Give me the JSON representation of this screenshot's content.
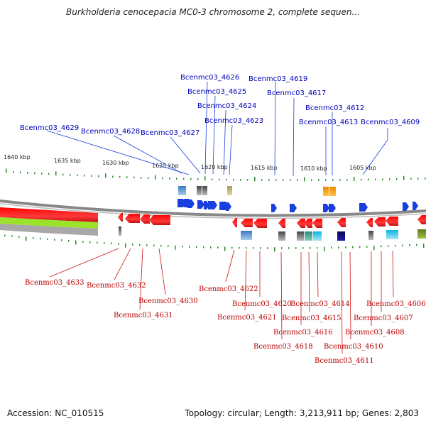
{
  "title": "Burkholderia cenocepacia MC0-3 chromosome 2, complete sequen...",
  "footer": {
    "accession": "Accession: NC_010515",
    "topology": "Topology: circular; Length: 3,213,911 bp; Genes: 2,803"
  },
  "scale_labels": [
    "1640 kbp",
    "1635 kbp",
    "1630 kbp",
    "1625 kbp",
    "1620 kbp",
    "1615 kbp",
    "1610 kbp",
    "1605 kbp"
  ],
  "colors": {
    "forward_strand": "#1a3fe0",
    "reverse_strand": "#ee1111",
    "forward_label": "#0000bb",
    "reverse_label": "#bb0000",
    "ticks": "#2a8a2a",
    "backbone": "#8a8a8a"
  },
  "forward_genes": [
    "Bcenmc03_4626",
    "Bcenmc03_4625",
    "Bcenmc03_4624",
    "Bcenmc03_4623",
    "Bcenmc03_4619",
    "Bcenmc03_4617",
    "Bcenmc03_4612",
    "Bcenmc03_4613",
    "Bcenmc03_4609",
    "Bcenmc03_4629",
    "Bcenmc03_4628",
    "Bcenmc03_4627"
  ],
  "reverse_genes": [
    "Bcenmc03_4633",
    "Bcenmc03_4632",
    "Bcenmc03_4631",
    "Bcenmc03_4630",
    "Bcenmc03_4622",
    "Bcenmc03_4621",
    "Bcenmc03_4620",
    "Bcenmc03_4618",
    "Bcenmc03_4614",
    "Bcenmc03_4615",
    "Bcenmc03_4616",
    "Bcenmc03_4611",
    "Bcenmc03_4610",
    "Bcenmc03_4608",
    "Bcenmc03_4607",
    "Bcenmc03_4606"
  ]
}
